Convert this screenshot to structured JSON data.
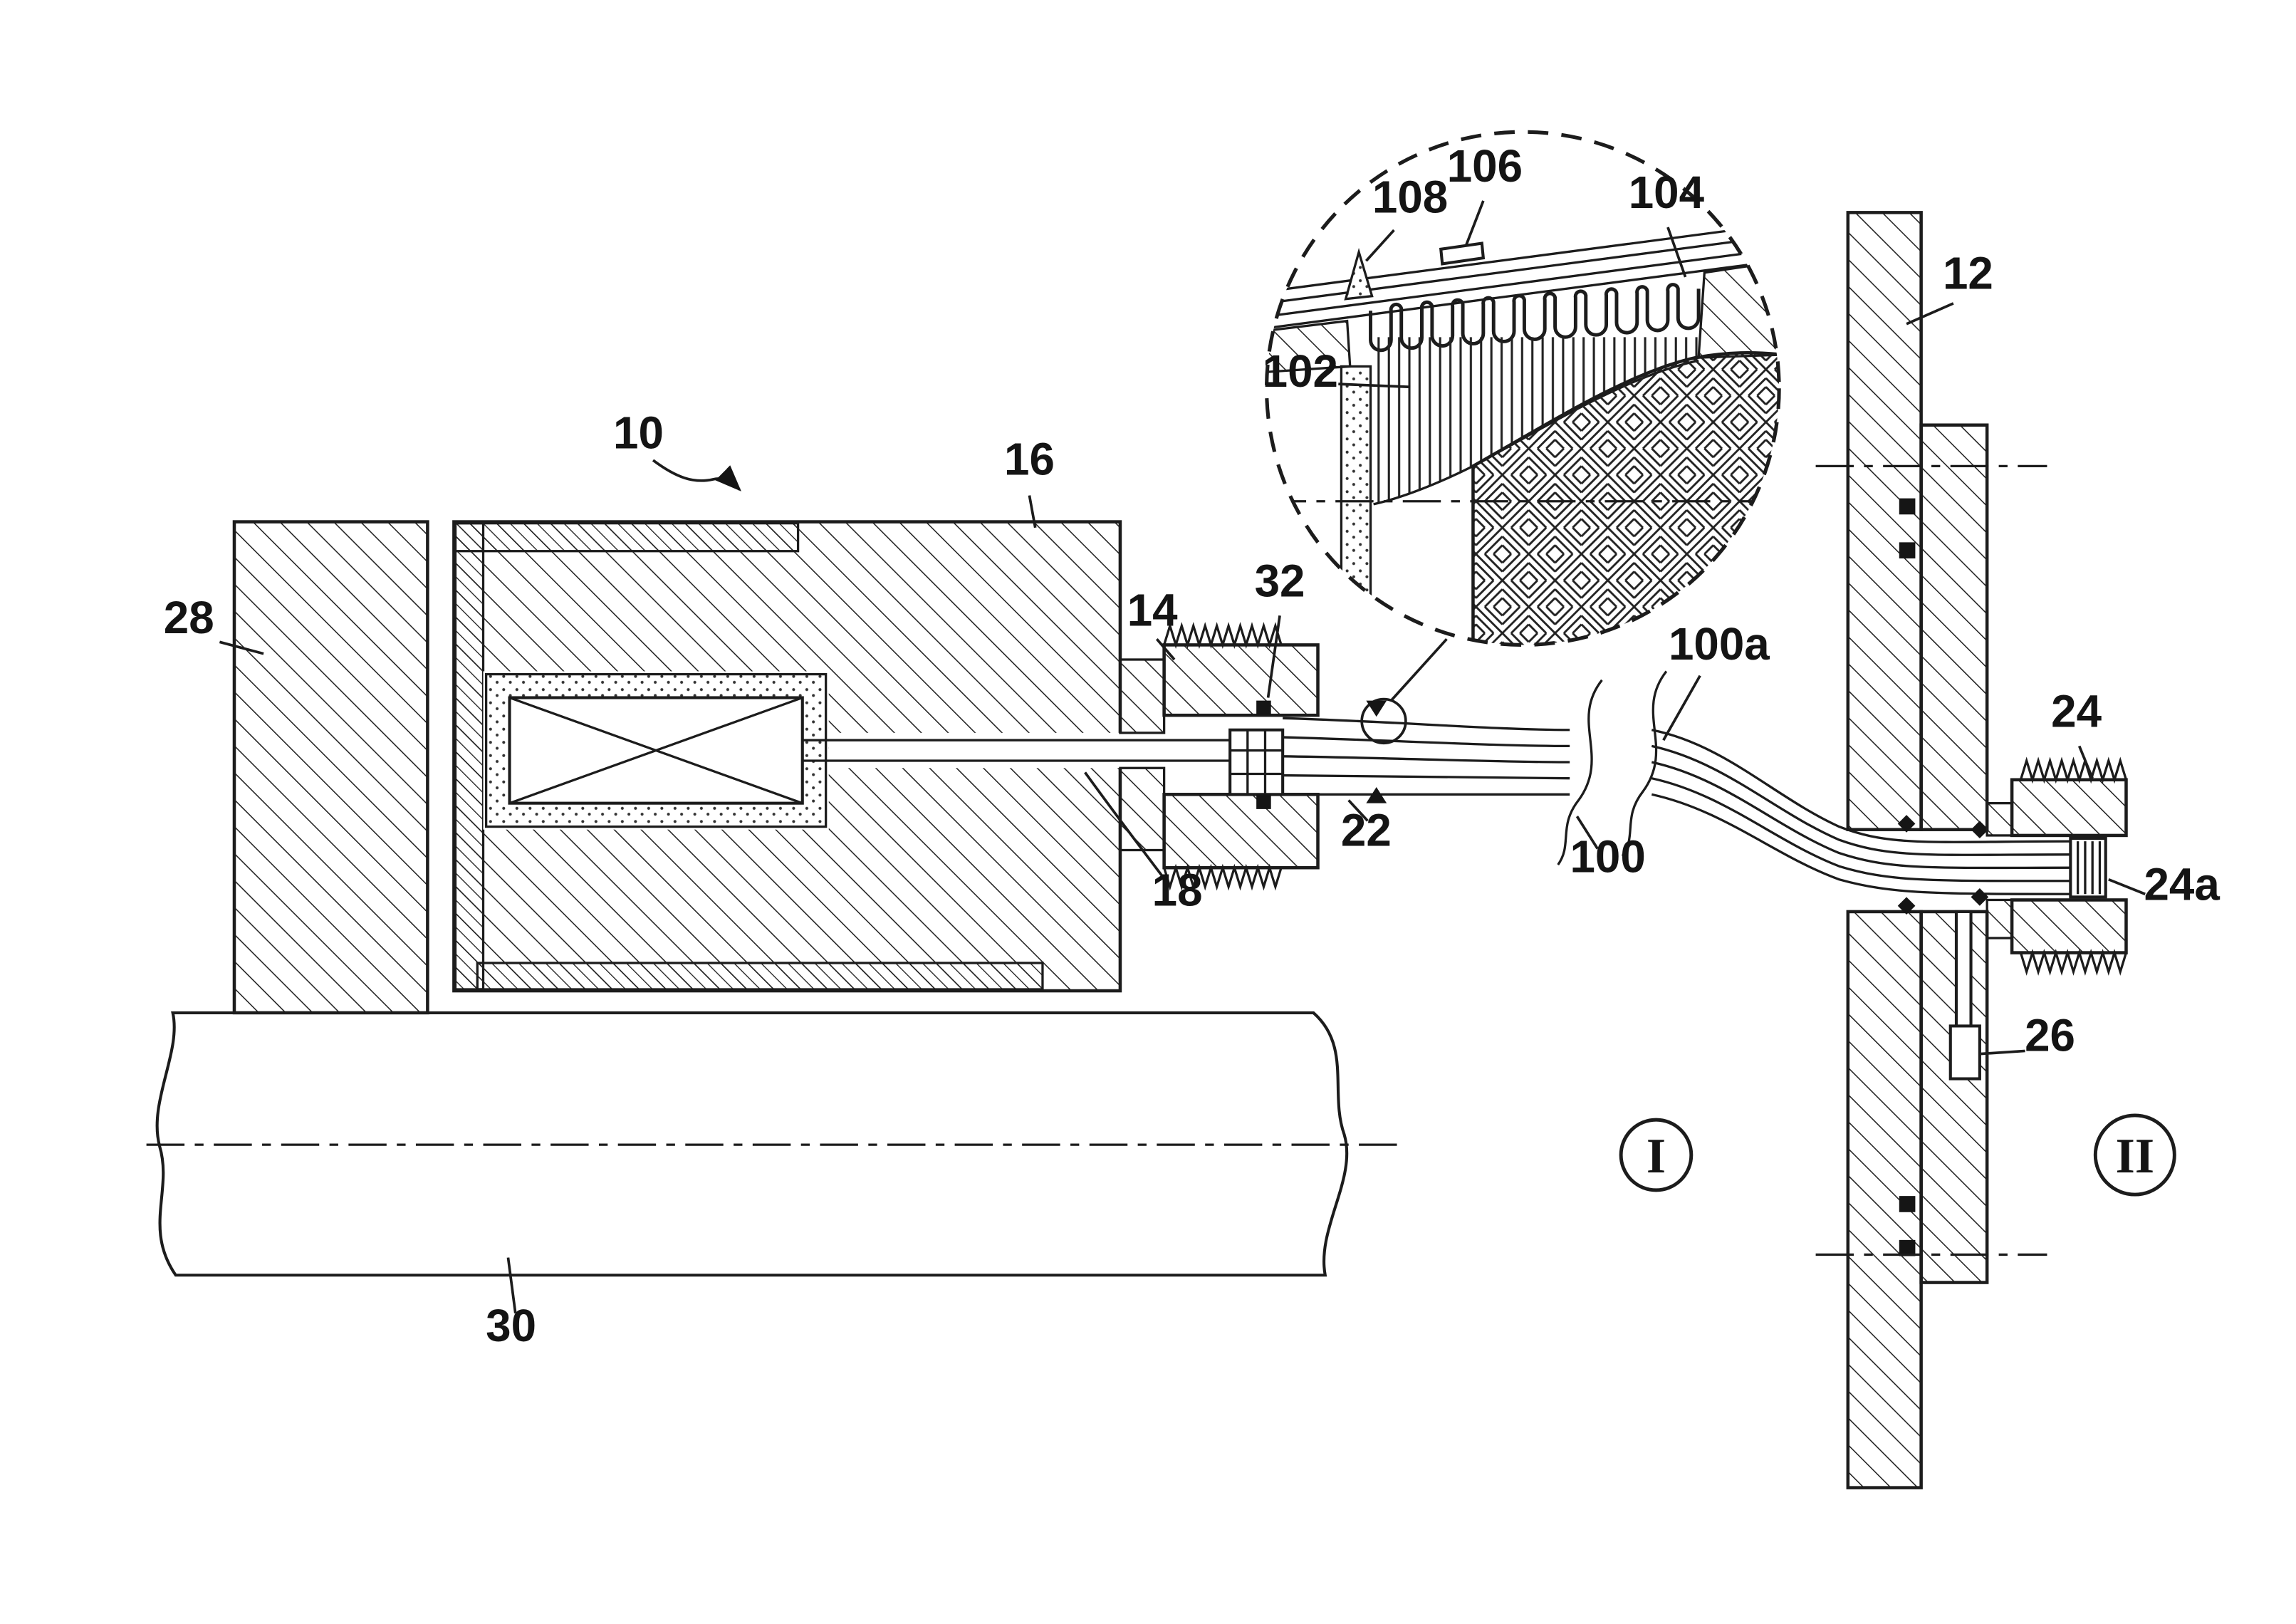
{
  "figure": {
    "kind": "patent_cross_section_diagram",
    "background_color": "#ffffff",
    "line_color": "#1c1c1c"
  },
  "reference_labels": {
    "r10": "10",
    "r12": "12",
    "r14": "14",
    "r16": "16",
    "r18": "18",
    "r22": "22",
    "r24": "24",
    "r24a": "24a",
    "r26": "26",
    "r28": "28",
    "r30": "30",
    "r32": "32",
    "r100": "100",
    "r100a": "100a",
    "r102": "102",
    "r104": "104",
    "r106": "106",
    "r108": "108"
  },
  "zones": {
    "left": "I",
    "right": "II"
  }
}
